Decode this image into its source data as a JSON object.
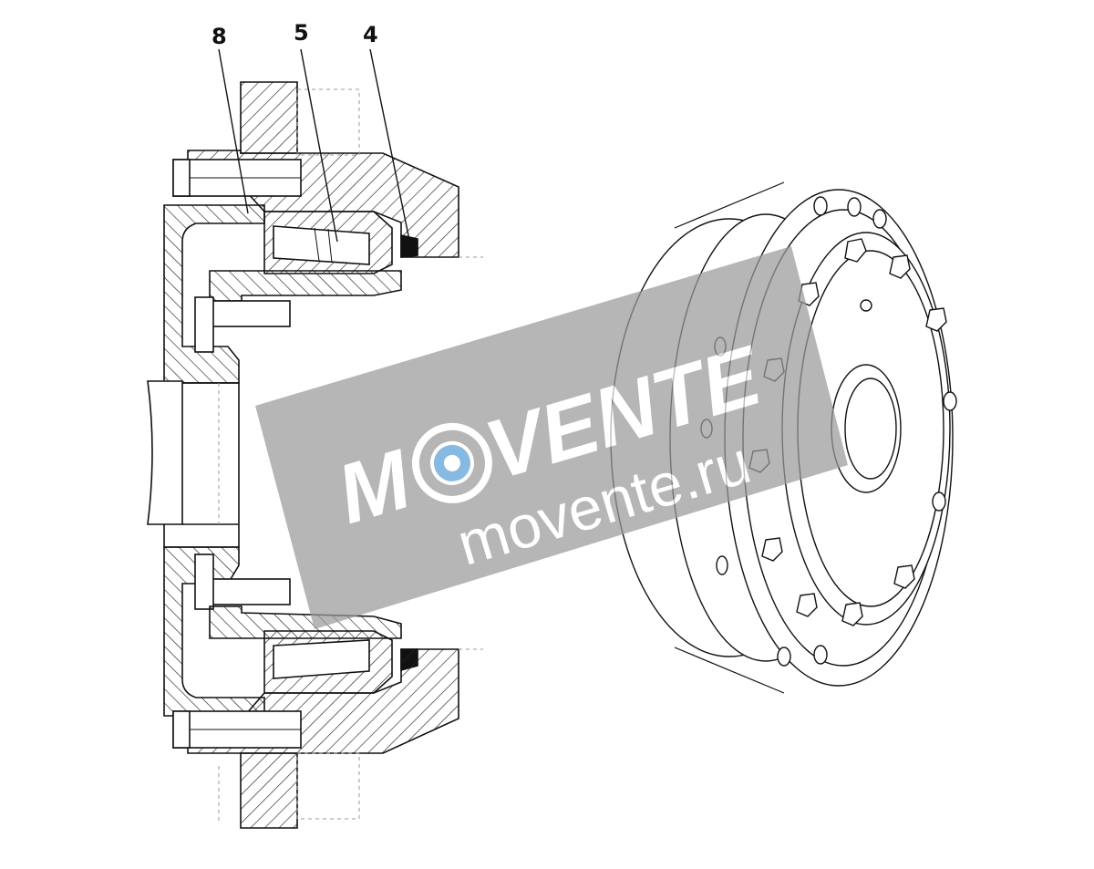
{
  "drawing": {
    "callouts": [
      {
        "id": "8",
        "label": "8"
      },
      {
        "id": "5",
        "label": "5"
      },
      {
        "id": "4",
        "label": "4"
      }
    ]
  },
  "watermark": {
    "brand_prefix": "M",
    "brand_suffix": "VENTE",
    "site": "movente.ru",
    "colors": {
      "band": "#9a9a9a",
      "text": "#ffffff",
      "accent": "#5aa0d8"
    }
  },
  "style": {
    "line": "#111111",
    "hatch": "#222222",
    "dash": "#9a9a9a",
    "background": "#ffffff"
  }
}
